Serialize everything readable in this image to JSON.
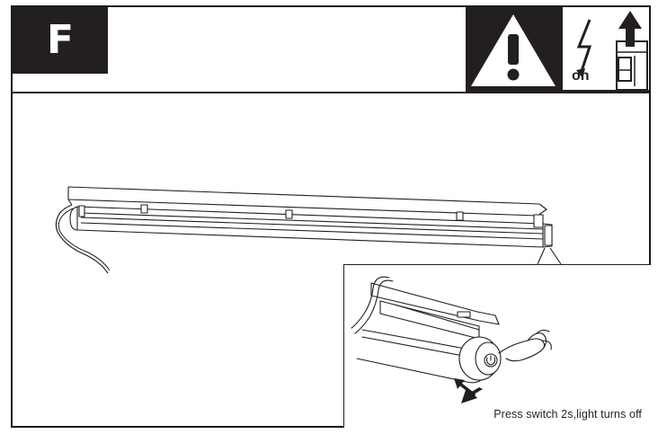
{
  "step": {
    "letter": "F"
  },
  "warning": {
    "icon": "exclamation-warning-icon",
    "switch_state": "on",
    "switch_icon": "power-switch-icon"
  },
  "inset": {
    "caption": "Press switch 2s,light turns off"
  },
  "colors": {
    "ink": "#231f20",
    "paper": "#ffffff"
  }
}
